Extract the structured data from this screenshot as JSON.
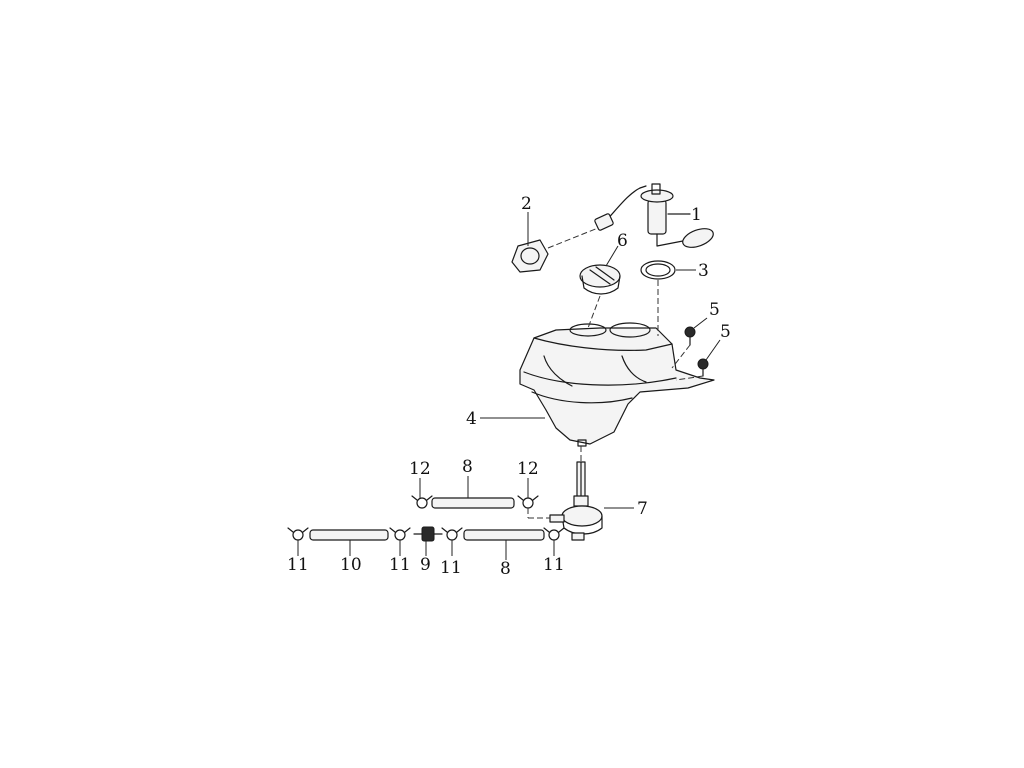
{
  "diagram": {
    "callouts": [
      {
        "id": "c1",
        "text": "1"
      },
      {
        "id": "c2",
        "text": "2"
      },
      {
        "id": "c3",
        "text": "3"
      },
      {
        "id": "c4",
        "text": "4"
      },
      {
        "id": "c5a",
        "text": "5"
      },
      {
        "id": "c5b",
        "text": "5"
      },
      {
        "id": "c6",
        "text": "6"
      },
      {
        "id": "c7",
        "text": "7"
      },
      {
        "id": "c8a",
        "text": "8"
      },
      {
        "id": "c8b",
        "text": "8"
      },
      {
        "id": "c9",
        "text": "9"
      },
      {
        "id": "c10",
        "text": "10"
      },
      {
        "id": "c11a",
        "text": "11"
      },
      {
        "id": "c11b",
        "text": "11"
      },
      {
        "id": "c11c",
        "text": "11"
      },
      {
        "id": "c11d",
        "text": "11"
      },
      {
        "id": "c12a",
        "text": "12"
      },
      {
        "id": "c12b",
        "text": "12"
      }
    ]
  }
}
